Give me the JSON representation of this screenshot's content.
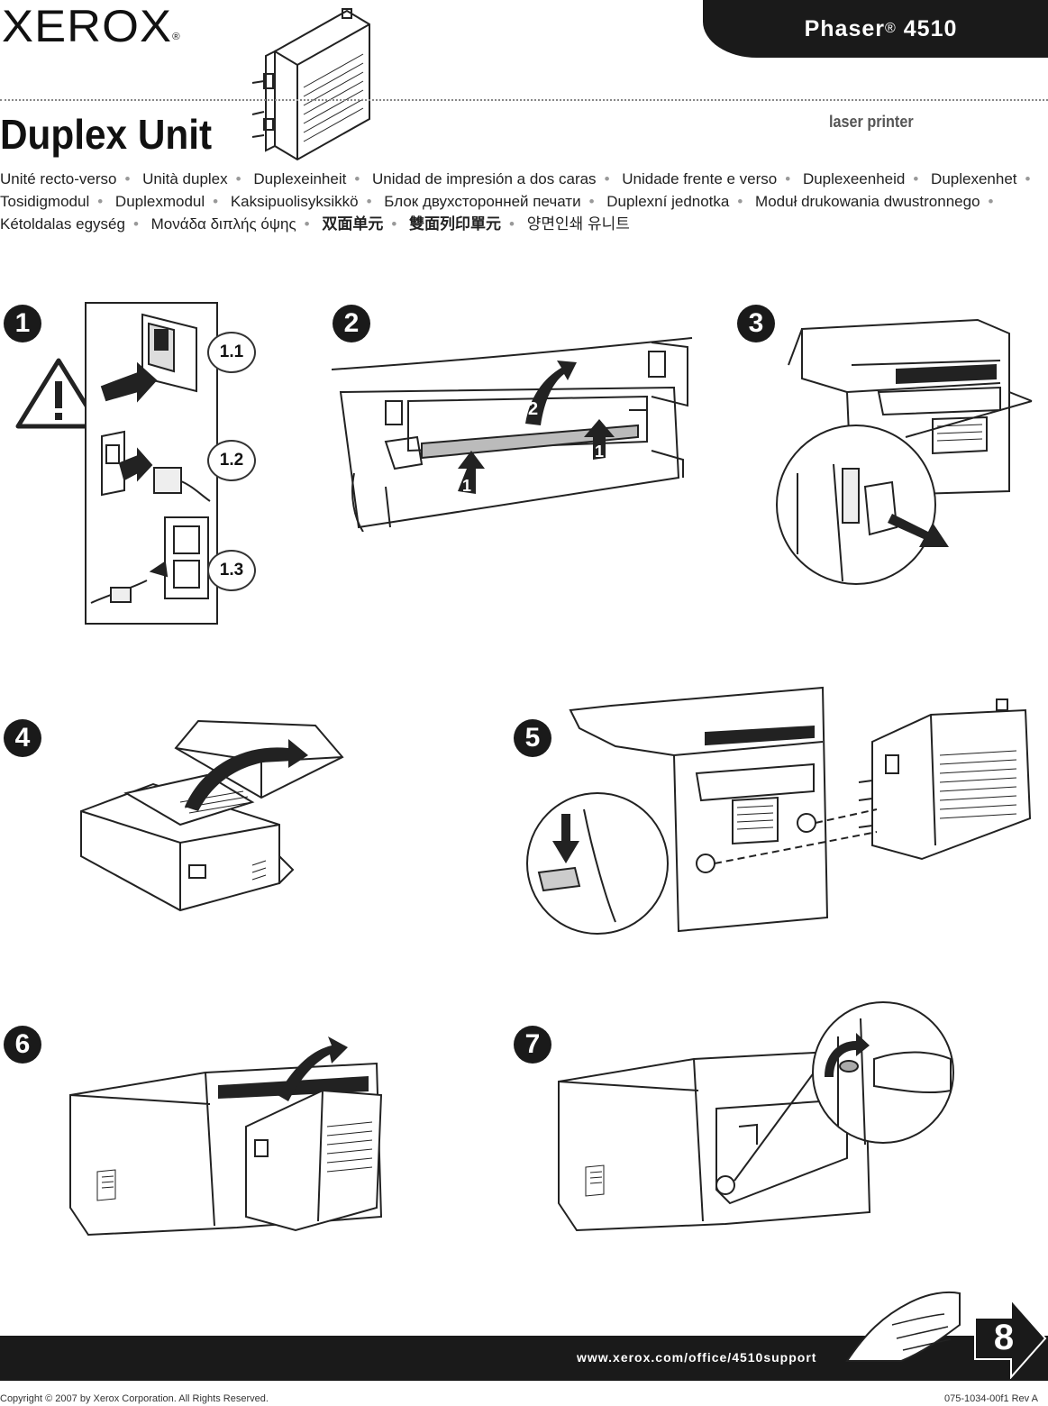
{
  "brand": {
    "logo": "XEROX",
    "reg": "®"
  },
  "model": {
    "name": "Phaser",
    "reg": "®",
    "number": "4510"
  },
  "title": "Duplex Unit",
  "subtitle": "laser printer",
  "translations": [
    "Unité recto-verso",
    "Unità duplex",
    "Duplexeinheit",
    "Unidad de impresión a dos caras",
    "Unidade frente e verso",
    "Duplexeenheid",
    "Duplexenhet",
    "Tosidigmodul",
    "Duplexmodul",
    "Kaksipuolisyksikkö",
    "Блок двухсторонней печати",
    "Duplexní jednotka",
    "Moduł drukowania dwustronnego",
    "Kétoldalas egység",
    "Μονάδα διπλής όψης",
    "双面单元",
    "雙面列印單元",
    "양면인쇄 유니트"
  ],
  "steps": {
    "s1": "1",
    "s2": "2",
    "s3": "3",
    "s4": "4",
    "s5": "5",
    "s6": "6",
    "s7": "7"
  },
  "step1_labels": {
    "a": "1.1",
    "b": "1.2",
    "c": "1.3"
  },
  "step2_labels": {
    "first": "1",
    "second": "2"
  },
  "footer": {
    "url": "www.xerox.com/office/4510support",
    "next_page": "8",
    "copyright": "Copyright © 2007 by Xerox Corporation.  All Rights Reserved.",
    "doc_number": "075-1034-00f1 Rev A"
  }
}
